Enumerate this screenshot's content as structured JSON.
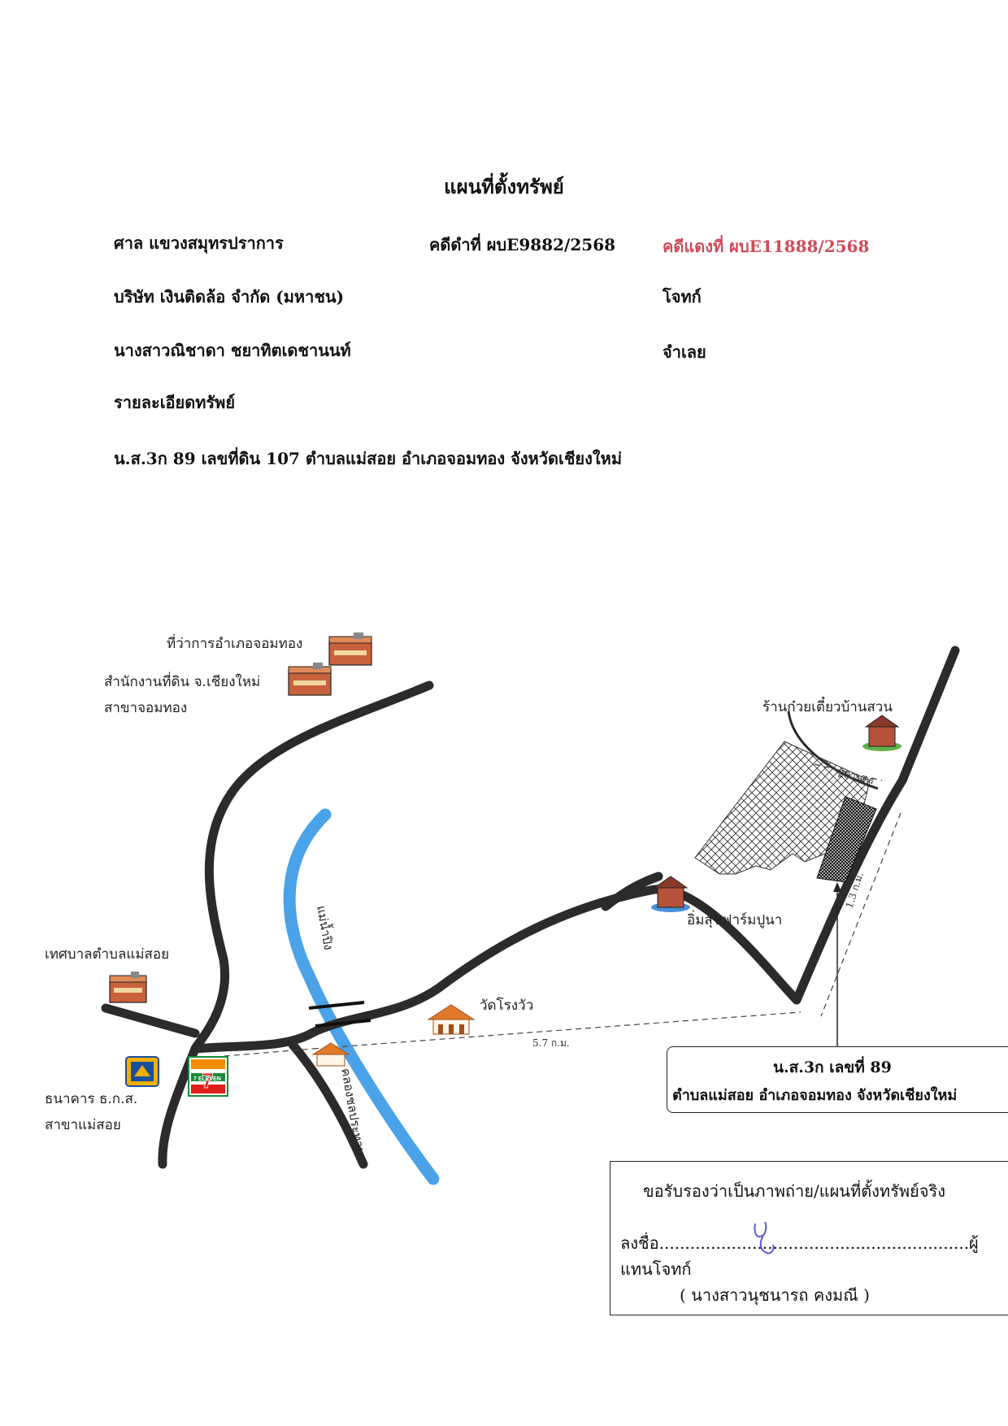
{
  "document": {
    "title": "แผนที่ตั้งทรัพย์",
    "court": "ศาล  แขวงสมุทรปราการ",
    "black_case": "คดีดำที่ ผบE9882/2568",
    "red_case": "คดีแดงที่ ผบE11888/2568",
    "plaintiff_name": "บริษัท เงินติดล้อ จำกัด (มหาชน)",
    "plaintiff_role": "โจทก์",
    "defendant_name": "นางสาวณิชาดา ชยาทิตเดชานนท์",
    "defendant_role": "จำเลย",
    "details_heading": "รายละเอียดทรัพย์",
    "details_text": "น.ส.3ก 89 เลขที่ดิน 107 ตำบลแม่สอย อำเภอจอมทอง  จังหวัดเชียงใหม่"
  },
  "map": {
    "labels": {
      "district_office": "ที่ว่าการอำเภอจอมทอง",
      "land_office_1": "สำนักงานที่ดิน จ.เชียงใหม่",
      "land_office_2": "สาขาจอมทอง",
      "noodle_shop": "ร้านก๋วยเตี๋ยวบ้านสวน",
      "farm": "อิ่มสุขฟาร์มปูนา",
      "municipality": "เทศบาลตำบลแม่สอย",
      "temple": "วัดโรงวัว",
      "bank_1": "ธนาคาร ธ.ก.ส.",
      "bank_2": "สาขาแม่สอย",
      "river_upper": "แม่น้ำปิง",
      "river_lower": "คลองชลประทาน",
      "store_logo": "7 ELEVEN"
    },
    "distances": {
      "to_parcel": "5.7 ก.ม.",
      "road_segment": "1.3 ก.ม.",
      "frontage": "20 เมตร"
    },
    "parcel_box": {
      "line1": "น.ส.3ก เลขที่ 89",
      "line2": "ตำบลแม่สอย อำเภอจอมทอง จังหวัดเชียงใหม่"
    },
    "colors": {
      "road": "#2b2b2b",
      "river": "#4aa3e8",
      "building": "#c8623c",
      "roof": "#e07a2a"
    }
  },
  "certification": {
    "line1": "ขอรับรองว่าเป็นภาพถ่าย/แผนที่ตั้งทรัพย์จริง",
    "signature_line": "ลงชื่อ............................................................ผู้แทนโจทก์",
    "signer": "( นางสาวนุชนารถ คงมณี )"
  }
}
